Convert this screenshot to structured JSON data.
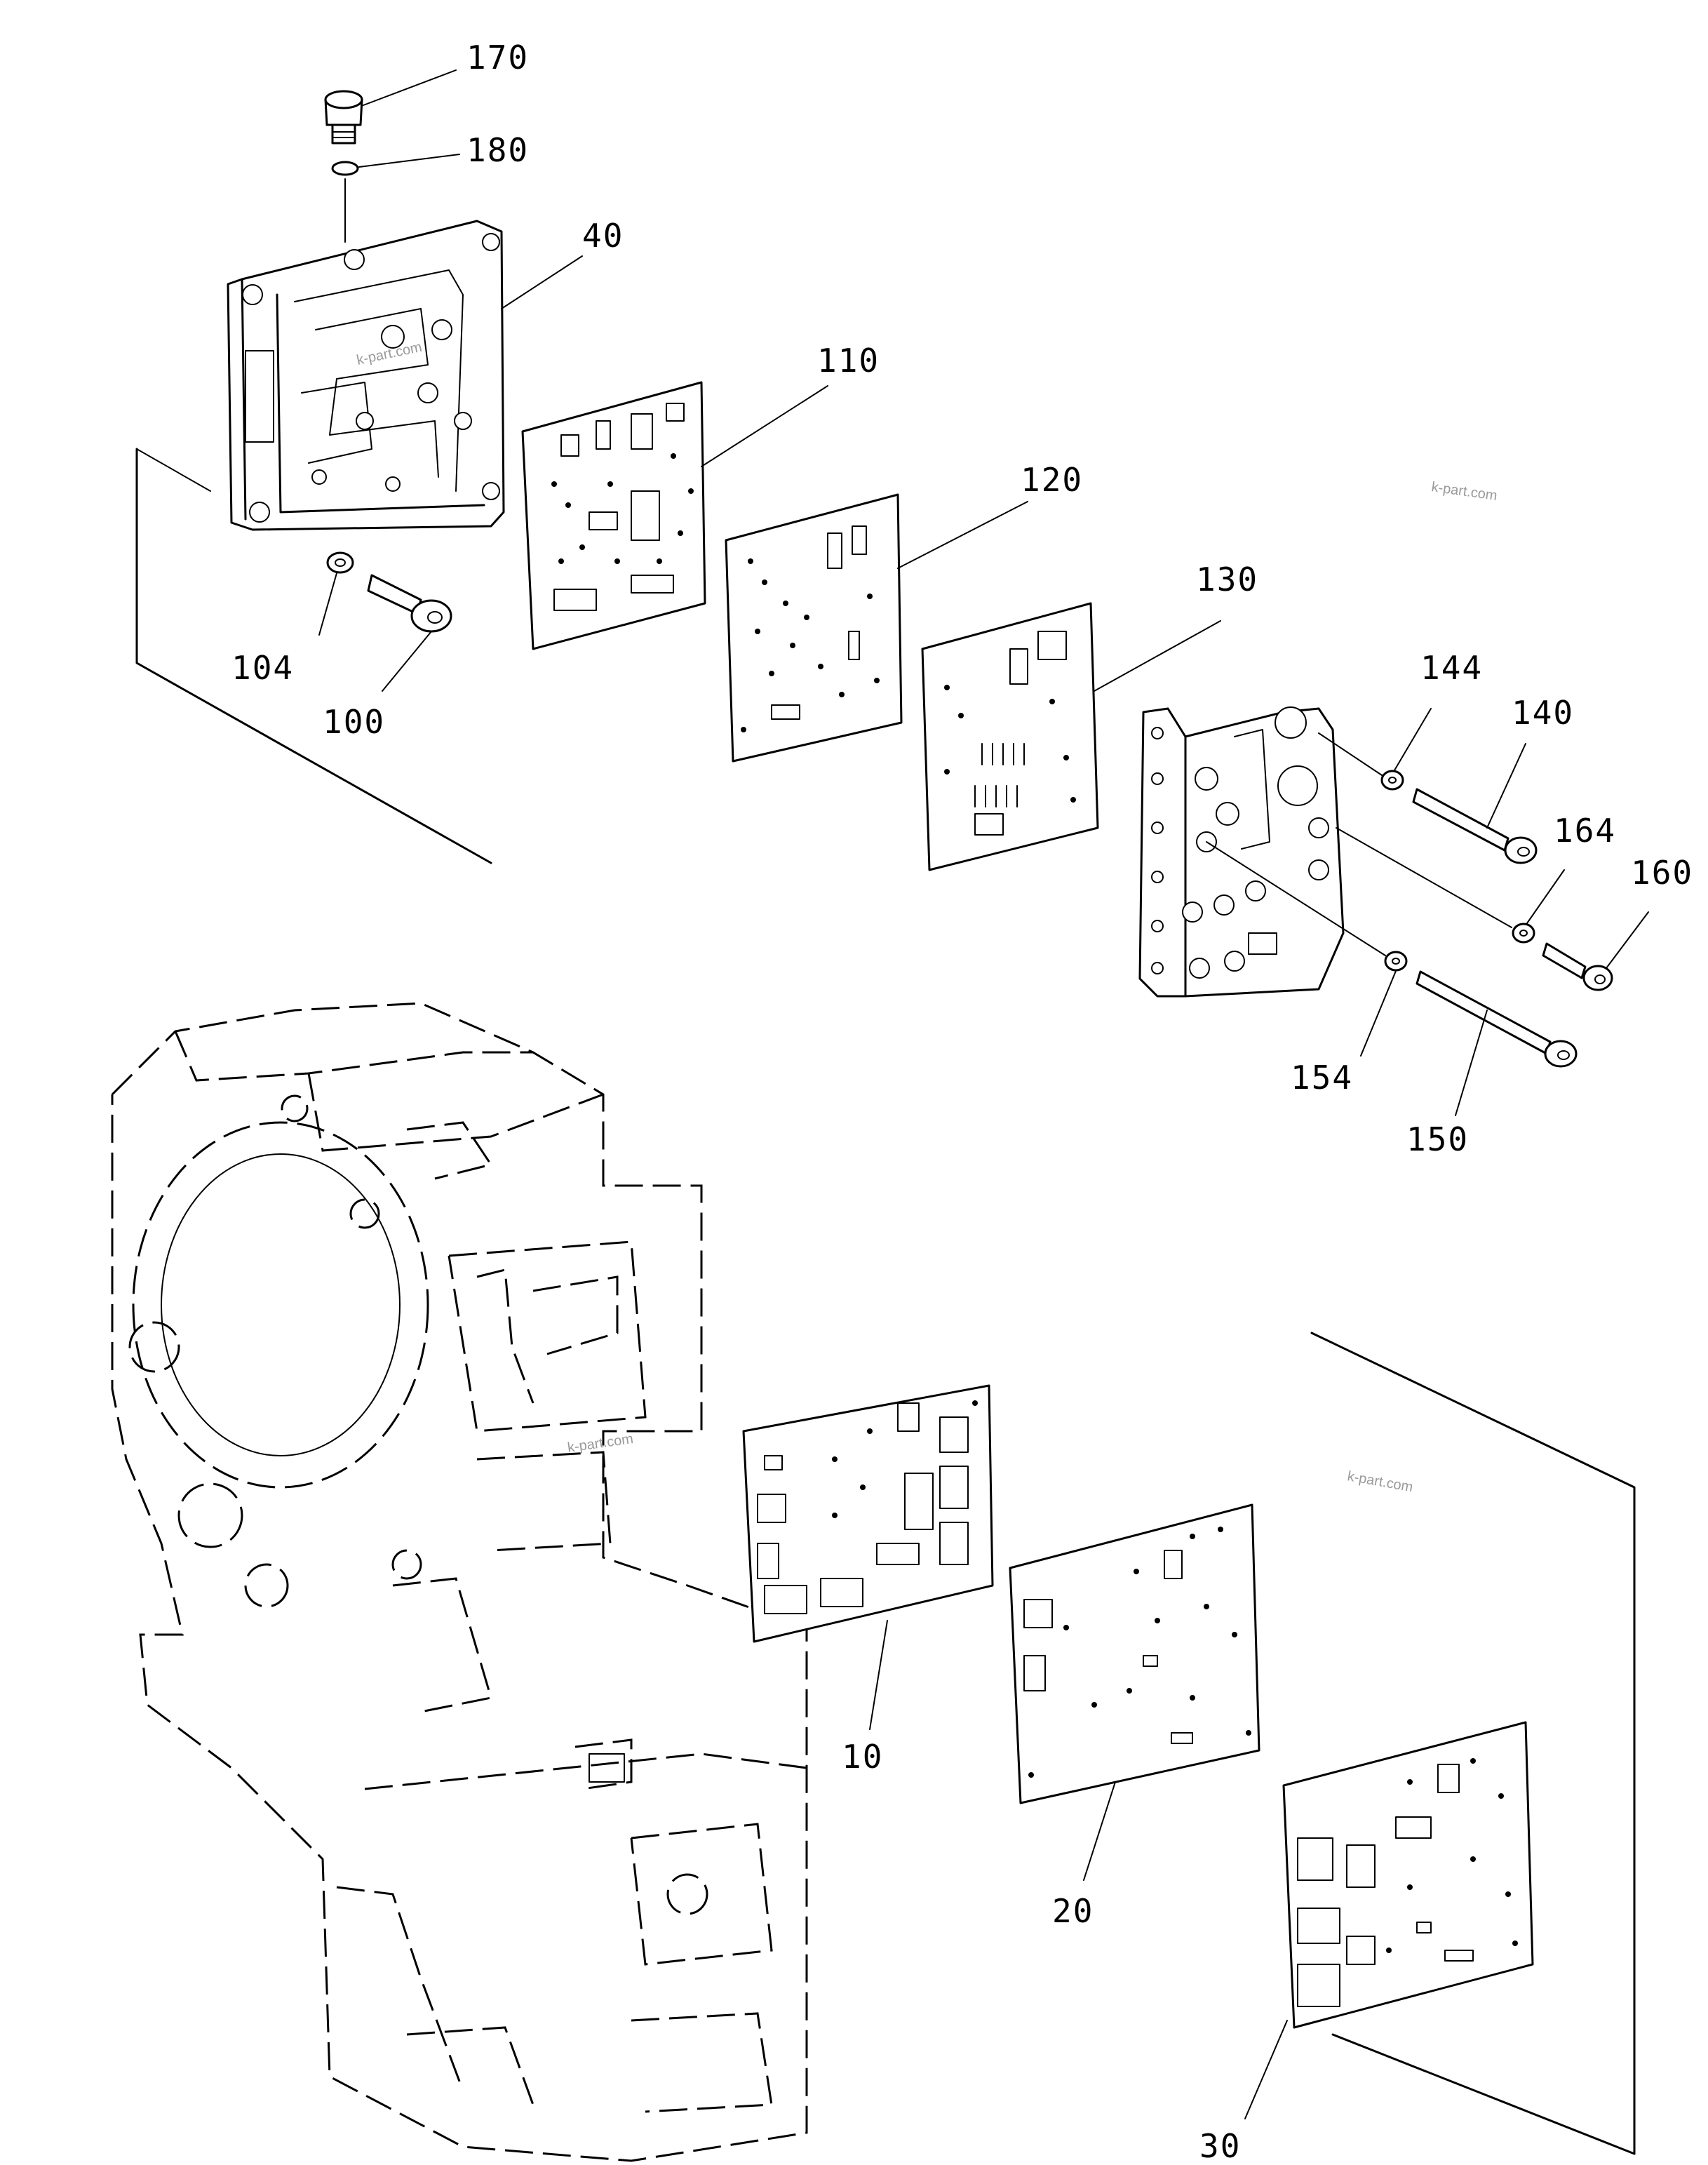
{
  "diagram": {
    "part_labels": {
      "p170": "170",
      "p180": "180",
      "p40": "40",
      "p110": "110",
      "p120": "120",
      "p130": "130",
      "p104": "104",
      "p100": "100",
      "p144": "144",
      "p140": "140",
      "p164": "164",
      "p160": "160",
      "p154": "154",
      "p150": "150",
      "p10": "10",
      "p20": "20",
      "p30": "30"
    },
    "watermarks": {
      "w1": "k-part.com",
      "w2": "k-part.com",
      "w3": "k-part.com",
      "w4": "k-part.com"
    }
  }
}
